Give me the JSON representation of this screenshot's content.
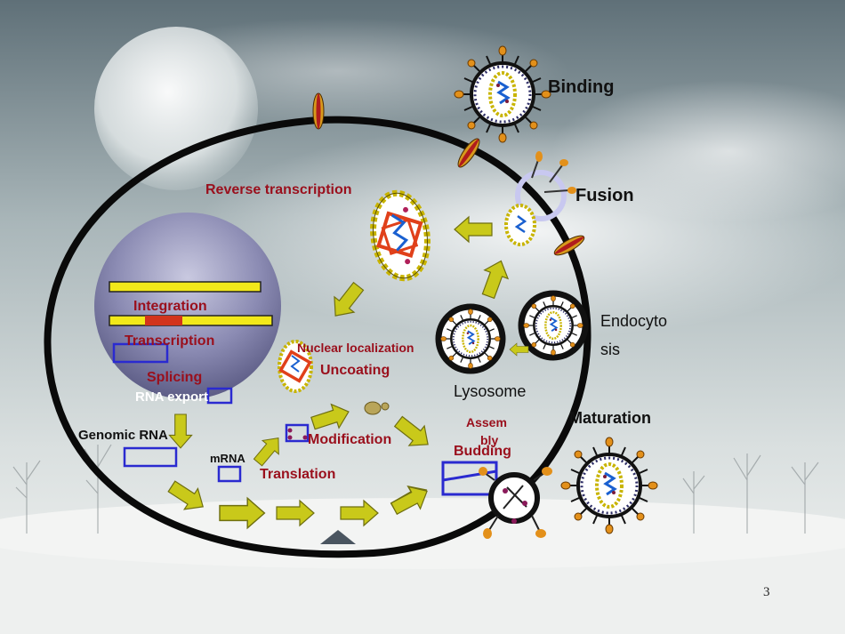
{
  "slide": {
    "page_number": "3",
    "colors": {
      "cell_membrane": "#0a0a0a",
      "nucleus": "#7d7da8",
      "arrow": "#c9c91a",
      "label_red": "#9a0f1c",
      "box_blue": "#2a2ad0",
      "box_red": "#e0401a"
    },
    "labels": {
      "binding": "Binding",
      "fusion": "Fusion",
      "reverse_transcription": "Reverse transcription",
      "endocytosis_line1": "Endocyto",
      "endocytosis_line2": "sis",
      "integration": "Integration",
      "transcription": "Transcription",
      "nuclear_localization": "Nuclear localization",
      "uncoating": "Uncoating",
      "splicing": "Splicing",
      "rna_export": "RNA export",
      "lysosome": "Lysosome",
      "maturation": "Maturation",
      "assembly_line1": "Assem",
      "assembly_line2": "bly",
      "genomic_rna": "Genomic RNA",
      "modification": "Modification",
      "budding": "Budding",
      "mrna": "mRNA",
      "translation": "Translation"
    }
  }
}
